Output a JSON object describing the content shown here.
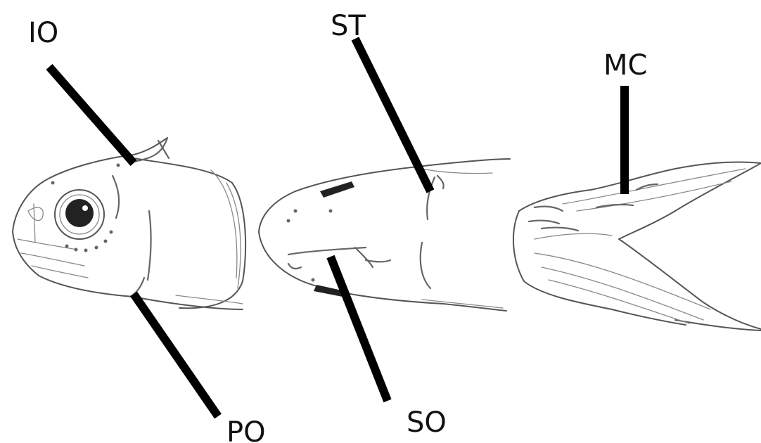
{
  "labels": {
    "io": "IO",
    "st": "ST",
    "mc": "MC",
    "po": "PO",
    "so": "SO"
  },
  "colors": {
    "pointer": "#000000",
    "outline": "#555555",
    "background": "#ffffff"
  }
}
